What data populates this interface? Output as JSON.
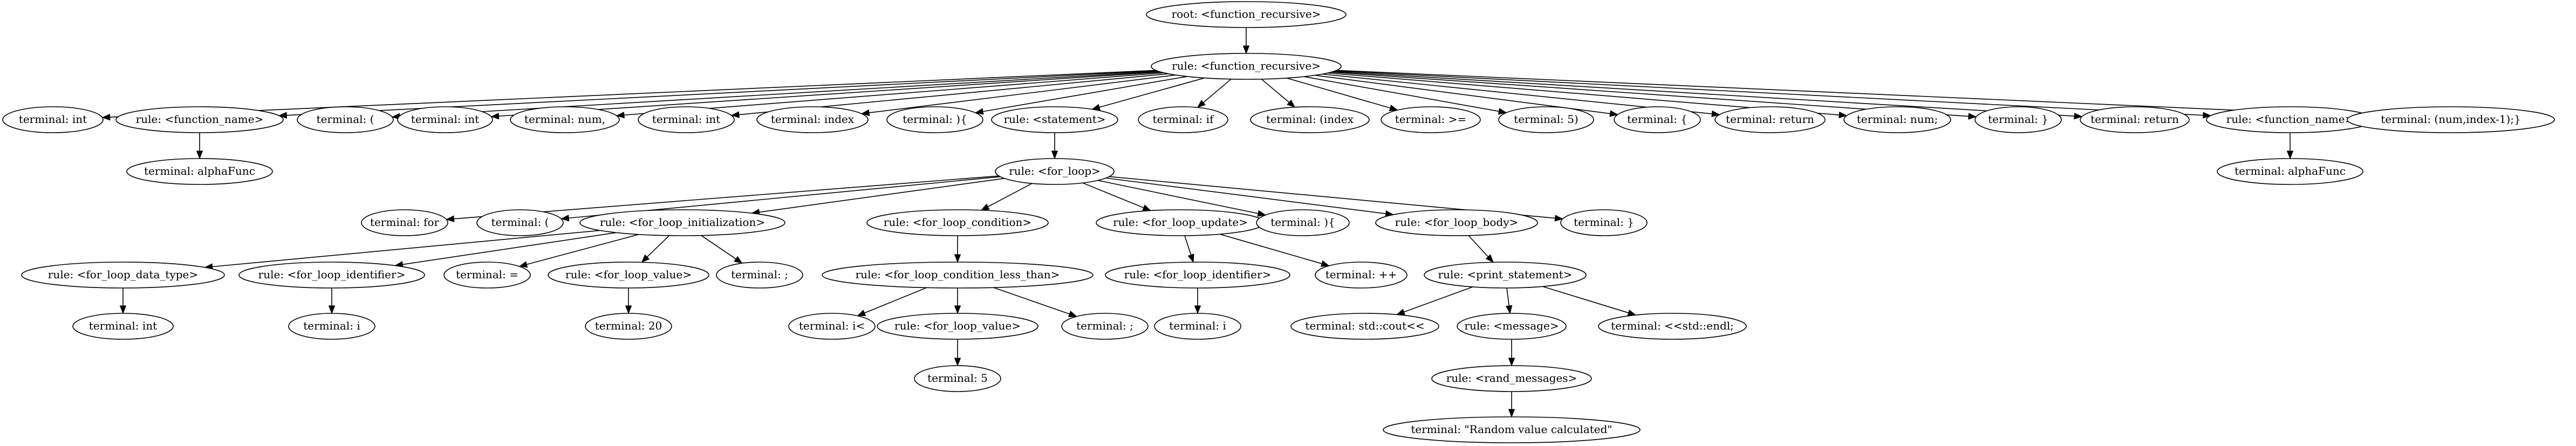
{
  "nodes": [
    {
      "id": "n0",
      "label": "root: <function_recursive>"
    },
    {
      "id": "n1",
      "label": "rule: <function_recursive>"
    },
    {
      "id": "n2",
      "label": "terminal: int"
    },
    {
      "id": "n3",
      "label": "rule: <function_name>"
    },
    {
      "id": "n4",
      "label": "terminal: ("
    },
    {
      "id": "n5",
      "label": "terminal: int"
    },
    {
      "id": "n6",
      "label": "terminal: num,"
    },
    {
      "id": "n7",
      "label": "terminal: int"
    },
    {
      "id": "n8",
      "label": "terminal: index"
    },
    {
      "id": "n9",
      "label": "terminal: ){"
    },
    {
      "id": "n10",
      "label": "rule: <statement>"
    },
    {
      "id": "n11",
      "label": "terminal: if"
    },
    {
      "id": "n12",
      "label": "terminal: (index"
    },
    {
      "id": "n13",
      "label": "terminal: >="
    },
    {
      "id": "n14",
      "label": "terminal: 5)"
    },
    {
      "id": "n15",
      "label": "terminal: {"
    },
    {
      "id": "n16",
      "label": "terminal: return"
    },
    {
      "id": "n17",
      "label": "terminal: num;"
    },
    {
      "id": "n18",
      "label": "terminal: }"
    },
    {
      "id": "n19",
      "label": "terminal: return"
    },
    {
      "id": "n20",
      "label": "rule: <function_name>"
    },
    {
      "id": "n21",
      "label": "terminal: (num,index-1);}"
    },
    {
      "id": "n22",
      "label": "terminal: alphaFunc"
    },
    {
      "id": "n23",
      "label": "rule: <for_loop>"
    },
    {
      "id": "n24",
      "label": "terminal: alphaFunc"
    },
    {
      "id": "n25",
      "label": "terminal: for"
    },
    {
      "id": "n26",
      "label": "terminal: ("
    },
    {
      "id": "n27",
      "label": "rule: <for_loop_initialization>"
    },
    {
      "id": "n28",
      "label": "rule: <for_loop_condition>"
    },
    {
      "id": "n29",
      "label": "rule: <for_loop_update>"
    },
    {
      "id": "n30",
      "label": "terminal: ){"
    },
    {
      "id": "n31",
      "label": "rule: <for_loop_body>"
    },
    {
      "id": "n32",
      "label": "terminal: }"
    },
    {
      "id": "n33",
      "label": "rule: <for_loop_data_type>"
    },
    {
      "id": "n34",
      "label": "rule: <for_loop_identifier>"
    },
    {
      "id": "n35",
      "label": "terminal: ="
    },
    {
      "id": "n36",
      "label": "rule: <for_loop_value>"
    },
    {
      "id": "n37",
      "label": "terminal: ;"
    },
    {
      "id": "n38",
      "label": "rule: <for_loop_condition_less_than>"
    },
    {
      "id": "n39",
      "label": "rule: <for_loop_identifier>"
    },
    {
      "id": "n40",
      "label": "terminal: ++"
    },
    {
      "id": "n41",
      "label": "rule: <print_statement>"
    },
    {
      "id": "n42",
      "label": "terminal: int"
    },
    {
      "id": "n43",
      "label": "terminal: i"
    },
    {
      "id": "n44",
      "label": "terminal: 20"
    },
    {
      "id": "n45",
      "label": "terminal: i<"
    },
    {
      "id": "n46",
      "label": "rule: <for_loop_value>"
    },
    {
      "id": "n47",
      "label": "terminal: ;"
    },
    {
      "id": "n48",
      "label": "terminal: i"
    },
    {
      "id": "n49",
      "label": "terminal: std::cout<<"
    },
    {
      "id": "n50",
      "label": "rule: <message>"
    },
    {
      "id": "n51",
      "label": "terminal: <<std::endl;"
    },
    {
      "id": "n52",
      "label": "terminal: 5"
    },
    {
      "id": "n53",
      "label": "rule: <rand_messages>"
    },
    {
      "id": "n54",
      "label": "terminal: \"Random value calculated\""
    }
  ],
  "edges": [
    [
      "n0",
      "n1"
    ],
    [
      "n1",
      "n2"
    ],
    [
      "n1",
      "n3"
    ],
    [
      "n1",
      "n4"
    ],
    [
      "n1",
      "n5"
    ],
    [
      "n1",
      "n6"
    ],
    [
      "n1",
      "n7"
    ],
    [
      "n1",
      "n8"
    ],
    [
      "n1",
      "n9"
    ],
    [
      "n1",
      "n10"
    ],
    [
      "n1",
      "n11"
    ],
    [
      "n1",
      "n12"
    ],
    [
      "n1",
      "n13"
    ],
    [
      "n1",
      "n14"
    ],
    [
      "n1",
      "n15"
    ],
    [
      "n1",
      "n16"
    ],
    [
      "n1",
      "n17"
    ],
    [
      "n1",
      "n18"
    ],
    [
      "n1",
      "n19"
    ],
    [
      "n1",
      "n20"
    ],
    [
      "n1",
      "n21"
    ],
    [
      "n3",
      "n22"
    ],
    [
      "n10",
      "n23"
    ],
    [
      "n20",
      "n24"
    ],
    [
      "n23",
      "n25"
    ],
    [
      "n23",
      "n26"
    ],
    [
      "n23",
      "n27"
    ],
    [
      "n23",
      "n28"
    ],
    [
      "n23",
      "n29"
    ],
    [
      "n23",
      "n30"
    ],
    [
      "n23",
      "n31"
    ],
    [
      "n23",
      "n32"
    ],
    [
      "n27",
      "n33"
    ],
    [
      "n27",
      "n34"
    ],
    [
      "n27",
      "n35"
    ],
    [
      "n27",
      "n36"
    ],
    [
      "n27",
      "n37"
    ],
    [
      "n28",
      "n38"
    ],
    [
      "n29",
      "n39"
    ],
    [
      "n29",
      "n40"
    ],
    [
      "n31",
      "n41"
    ],
    [
      "n33",
      "n42"
    ],
    [
      "n34",
      "n43"
    ],
    [
      "n36",
      "n44"
    ],
    [
      "n38",
      "n45"
    ],
    [
      "n38",
      "n46"
    ],
    [
      "n38",
      "n47"
    ],
    [
      "n39",
      "n48"
    ],
    [
      "n41",
      "n49"
    ],
    [
      "n41",
      "n50"
    ],
    [
      "n41",
      "n51"
    ],
    [
      "n46",
      "n52"
    ],
    [
      "n50",
      "n53"
    ],
    [
      "n53",
      "n54"
    ]
  ]
}
